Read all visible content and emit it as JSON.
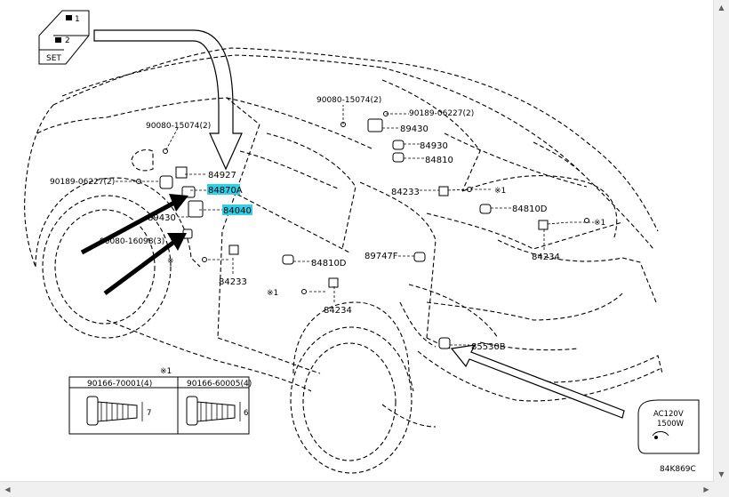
{
  "figure_code": "84K869C",
  "controls": {
    "switch1": "1",
    "switch2": "2",
    "set_label": "SET"
  },
  "callouts": {
    "p90080_15074_left": "90080-15074(2)",
    "p90189_06227_left": "90189-06227(2)",
    "p84927": "84927",
    "p84870A": "84870A",
    "p84040": "84040",
    "p89430_left": "89430",
    "p90080_16098": "90080-16098(3)",
    "p84233_left": "84233",
    "p84810D_mid": "84810D",
    "p84234_mid": "84234",
    "p89747F": "89747F",
    "p90080_15074_top": "90080-15074(2)",
    "p90189_06227_top": "90189-06227(2)",
    "p89430_top": "89430",
    "p84930": "84930",
    "p84810_top": "84810",
    "p84233_right": "84233",
    "p84810D_right": "84810D",
    "p84234_right": "84234",
    "p85530B": "85530B"
  },
  "markers": {
    "note_mark": "※1",
    "note_mark_bare": "※"
  },
  "fastener_table": {
    "mark": "※1",
    "columns": [
      "90166-70001(4)",
      "90166-60005(4)"
    ],
    "dims": [
      "7",
      "6"
    ]
  },
  "inset": {
    "line1": "AC120V",
    "line2": "1500W"
  },
  "scrollbar": {
    "up": "▲",
    "down": "▼",
    "left": "◀",
    "right": "▶"
  }
}
